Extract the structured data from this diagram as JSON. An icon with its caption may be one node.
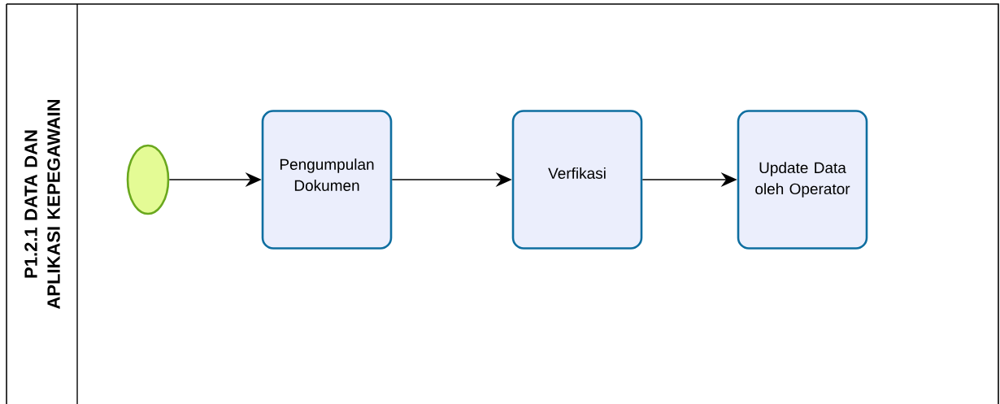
{
  "diagram": {
    "nodes": [
      {
        "text": [
          "P1.2.1 DATA DAN APLIKASI KEPEGAWAIN"
        ]
      },
      {
        "text": [],
        "shape": "circle",
        "in": 0
      },
      {
        "text": [
          "Pengumpulan Dokumen"
        ],
        "in": 0
      },
      {
        "text": [
          "Verfikasi"
        ],
        "in": 0
      },
      {
        "text": [
          "Update Data oleh Operator"
        ],
        "in": 0
      }
    ],
    "edges": [
      {
        "from": 1,
        "to": 2,
        "arrow": "to"
      },
      {
        "from": 2,
        "to": 3,
        "arrow": "to"
      },
      {
        "from": 3,
        "to": 4,
        "arrow": "to"
      }
    ]
  }
}
